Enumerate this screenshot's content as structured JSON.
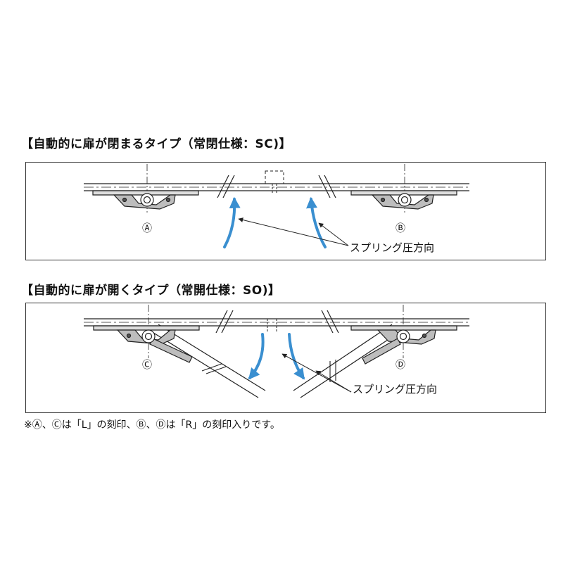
{
  "sections": [
    {
      "heading": "【自動的に扉が閉まるタイプ（常閉仕様：SC)】",
      "marks": [
        "Ⓐ",
        "Ⓑ"
      ],
      "callout": "スプリング圧方向"
    },
    {
      "heading": "【自動的に扉が開くタイプ（常開仕様：SO)】",
      "marks": [
        "Ⓒ",
        "Ⓓ"
      ],
      "callout": "スプリング圧方向"
    }
  ],
  "footnote": "※Ⓐ、Ⓒは「L」の刻印、Ⓑ、Ⓓは「R」の刻印入りです。",
  "colors": {
    "arrow": "#3a8fd0",
    "line": "#222222",
    "hinge_fill": "#bdbdbd"
  }
}
